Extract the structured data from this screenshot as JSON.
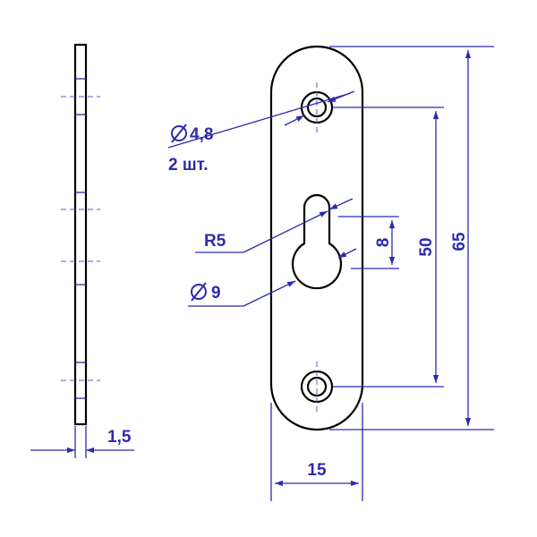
{
  "labels": {
    "hole_diameter": "4,8",
    "hole_count": "2 шт.",
    "radius": "R5",
    "big_diameter": "9",
    "slot": "8",
    "hole_spacing": "50",
    "length": "65",
    "width": "15",
    "thickness": "1,5"
  },
  "colors": {
    "dimension": "#2b2bb0",
    "outline": "#000000"
  }
}
